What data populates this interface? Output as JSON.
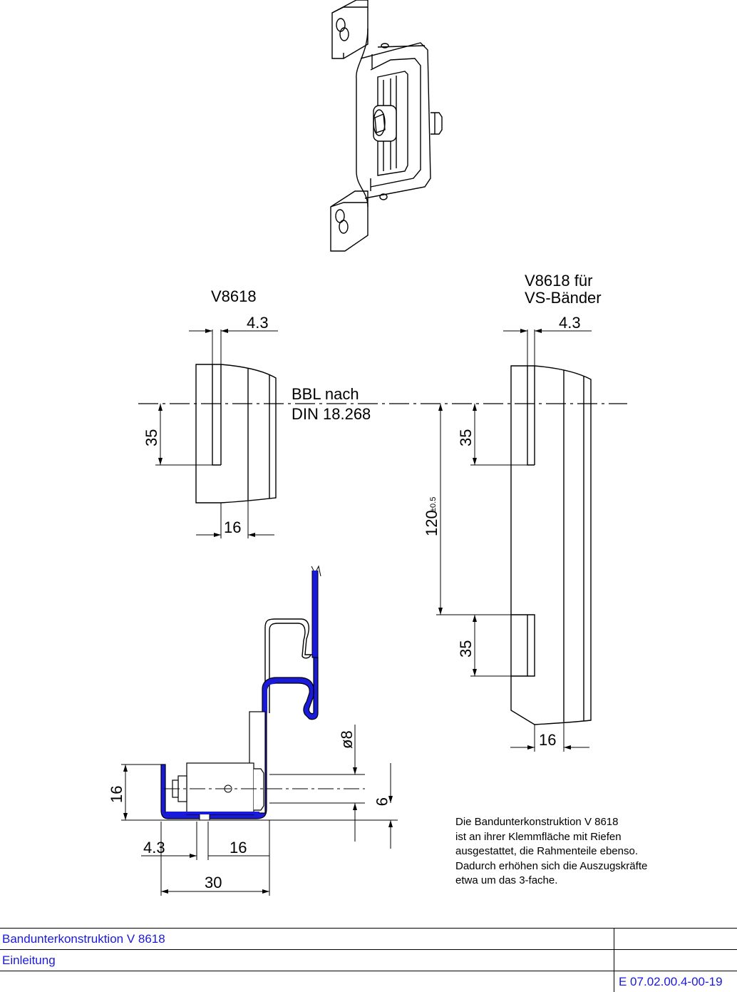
{
  "labels": {
    "left_title": "V8618",
    "right_title_line1": "V8618 für",
    "right_title_line2": "VS-Bänder",
    "bbl_line1": "BBL nach",
    "bbl_line2": "DIN 18.268"
  },
  "dimensions": {
    "left_top": "4.3",
    "left_35": "35",
    "left_bottom": "16",
    "right_top": "4.3",
    "right_35_upper": "35",
    "right_120": "120",
    "right_120_tol": "±0.5",
    "right_35_lower": "35",
    "right_bottom": "16",
    "sec_d8": "ø8",
    "sec_16": "16",
    "sec_9": "9",
    "sec_43": "4.3",
    "sec_16b": "16",
    "sec_30": "30"
  },
  "note": [
    "Die Bandunterkonstruktion V 8618",
    "ist an ihrer Klemmfläche mit Riefen",
    "ausgestattet, die Rahmenteile ebenso.",
    "Dadurch erhöhen sich die Auszugskräfte",
    "etwa um das 3-fache."
  ],
  "title_block": {
    "row1_left": "Bandunterkonstruktion V 8618",
    "row1_right": "",
    "row2_left": "Einleitung",
    "row2_right": "",
    "row3_left": "",
    "row3_right": "E 07.02.00.4-00-19"
  },
  "colors": {
    "line": "#000000",
    "highlight": "#1a1adb",
    "title_text": "#1a1adb"
  }
}
